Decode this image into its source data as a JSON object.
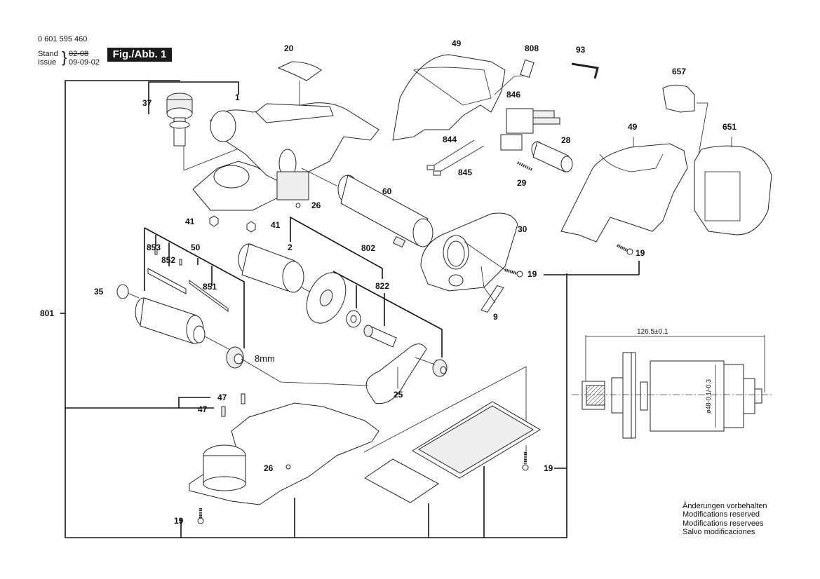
{
  "header": {
    "part_number": "0 601 595 460",
    "stand_label": "Stand",
    "issue_label": "Issue",
    "old_date_struck": "02-08",
    "issue_date": "09-09-02",
    "figure_label": "Fig./Abb. 1"
  },
  "callouts": {
    "c20": "20",
    "c37": "37",
    "c1": "1",
    "c41a": "41",
    "c41b": "41",
    "c26a": "26",
    "c49a": "49",
    "c808": "808",
    "c93": "93",
    "c657": "657",
    "c846": "846",
    "c844": "844",
    "c845": "845",
    "c28": "28",
    "c29": "29",
    "c49b": "49",
    "c651": "651",
    "c60": "60",
    "c30": "30",
    "c19a": "19",
    "c19b": "19",
    "c9": "9",
    "c2": "2",
    "c802": "802",
    "c822": "822",
    "c853": "853",
    "c852": "852",
    "c50": "50",
    "c851": "851",
    "c35": "35",
    "c801": "801",
    "c8mm": "8mm",
    "c25": "25",
    "c47a": "47",
    "c47b": "47",
    "c26b": "26",
    "c19c": "19",
    "c19d": "19"
  },
  "armature_drawing": {
    "length_dimension": "126.5±0.1",
    "diameter_dimension": "ø48-0.1/-0.3"
  },
  "notes": [
    "Änderungen vorbehalten",
    "Modifications reserved",
    "Modifications reservees",
    "Salvo modificaciones"
  ]
}
